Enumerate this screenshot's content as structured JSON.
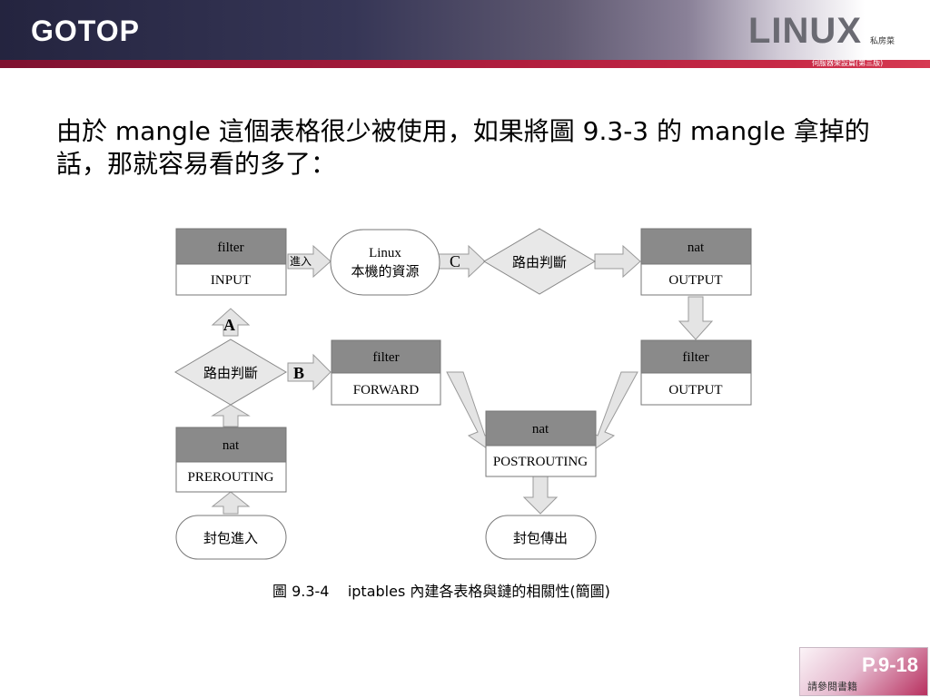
{
  "header": {
    "logo": "GOTOP",
    "brand": "LINUX",
    "brand_side": "私房菜",
    "brand_sub": "伺服器架設篇(第三版)"
  },
  "intro_text": "由於 mangle 這個表格很少被使用，如果將圖 9.3-3 的 mangle 拿掉的話，那就容易看的多了：",
  "diagram": {
    "input_box": {
      "top": "filter",
      "bottom": "INPUT"
    },
    "output_nat_box": {
      "top": "nat",
      "bottom": "OUTPUT"
    },
    "output_filter_box": {
      "top": "filter",
      "bottom": "OUTPUT"
    },
    "forward_box": {
      "top": "filter",
      "bottom": "FORWARD"
    },
    "prerouting_box": {
      "top": "nat",
      "bottom": "PREROUTING"
    },
    "postrouting_box": {
      "top": "nat",
      "bottom": "POSTROUTING"
    },
    "local_process": {
      "line1": "Linux",
      "line2": "本機的資源"
    },
    "route_top": "路由判斷",
    "route_left": "路由判斷",
    "packet_in": "封包進入",
    "packet_out": "封包傳出",
    "arrow_in_label": "進入",
    "label_a": "A",
    "label_b": "B",
    "label_c": "C"
  },
  "caption": "圖 9.3-4    iptables 內建各表格與鏈的相關性(簡圖)",
  "footer": {
    "page": "P.9-18",
    "note": "請參閱書籍"
  },
  "colors": {
    "table_header": "#8a8a8a",
    "arrow_fill": "#e4e4e4",
    "accent_red": "#b01e3e"
  }
}
